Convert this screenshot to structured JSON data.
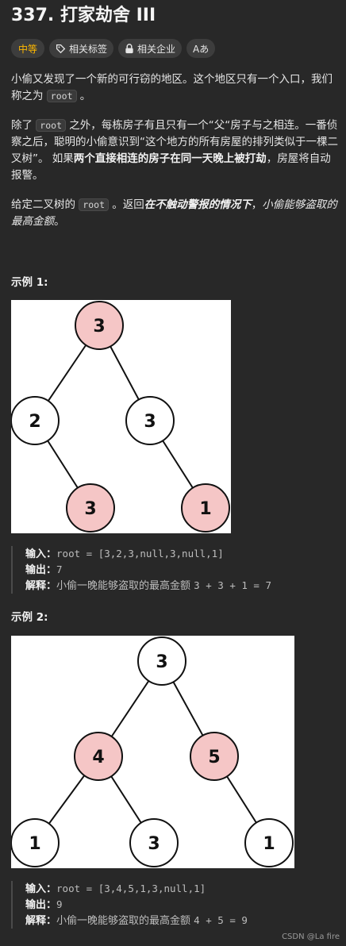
{
  "title": "337. 打家劫舍 III",
  "tags": {
    "difficulty": "中等",
    "related_tags": "相关标签",
    "related_companies": "相关企业",
    "translate": "Aあ"
  },
  "description": {
    "p1_a": "小偷又发现了一个新的可行窃的地区。这个地区只有一个入口，我们称之为",
    "p1_code": "root",
    "p1_b": "。",
    "p2_a": "除了",
    "p2_code": "root",
    "p2_b": "之外，每栋房子有且只有一个“父“房子与之相连。一番侦察之后，聪明的小偷意识到“这个地方的所有房屋的排列类似于一棵二叉树”。 如果",
    "p2_bold": "两个直接相连的房子在同一天晚上被打劫",
    "p2_c": "，房屋将自动报警。",
    "p3_a": "给定二叉树的",
    "p3_code": "root",
    "p3_b": "。返回",
    "p3_bi": "在不触动警报的情况下",
    "p3_c": "，",
    "p3_it": "小偷能够盗取的最高金额",
    "p3_d": "。"
  },
  "example1": {
    "heading": "示例 1:",
    "tree": {
      "nodes": [
        {
          "value": "3",
          "robbed": true
        },
        {
          "value": "2",
          "robbed": false
        },
        {
          "value": "3",
          "robbed": false
        },
        {
          "value": "3",
          "robbed": true
        },
        {
          "value": "1",
          "robbed": true
        }
      ]
    },
    "input_label": "输入：",
    "input_value": "root = [3,2,3,null,3,null,1]",
    "output_label": "输出：",
    "output_value": "7",
    "explain_label": "解释：",
    "explain_text": "小偷一晚能够盗取的最高金额",
    "explain_expr": "3 + 3 + 1 = 7"
  },
  "example2": {
    "heading": "示例 2:",
    "tree": {
      "nodes": [
        {
          "value": "3",
          "robbed": false
        },
        {
          "value": "4",
          "robbed": true
        },
        {
          "value": "5",
          "robbed": true
        },
        {
          "value": "1",
          "robbed": false
        },
        {
          "value": "3",
          "robbed": false
        },
        {
          "value": "1",
          "robbed": false
        }
      ]
    },
    "input_label": "输入：",
    "input_value": "root = [3,4,5,1,3,null,1]",
    "output_label": "输出：",
    "output_value": "9",
    "explain_label": "解释：",
    "explain_text": "小偷一晚能够盗取的最高金额",
    "explain_expr": "4 + 5 = 9"
  },
  "watermark": "CSDN @La fire",
  "colors": {
    "background": "#282828",
    "difficulty": "#ffb800",
    "robbed_node": "#f5c6c6",
    "plain_node": "#ffffff"
  }
}
